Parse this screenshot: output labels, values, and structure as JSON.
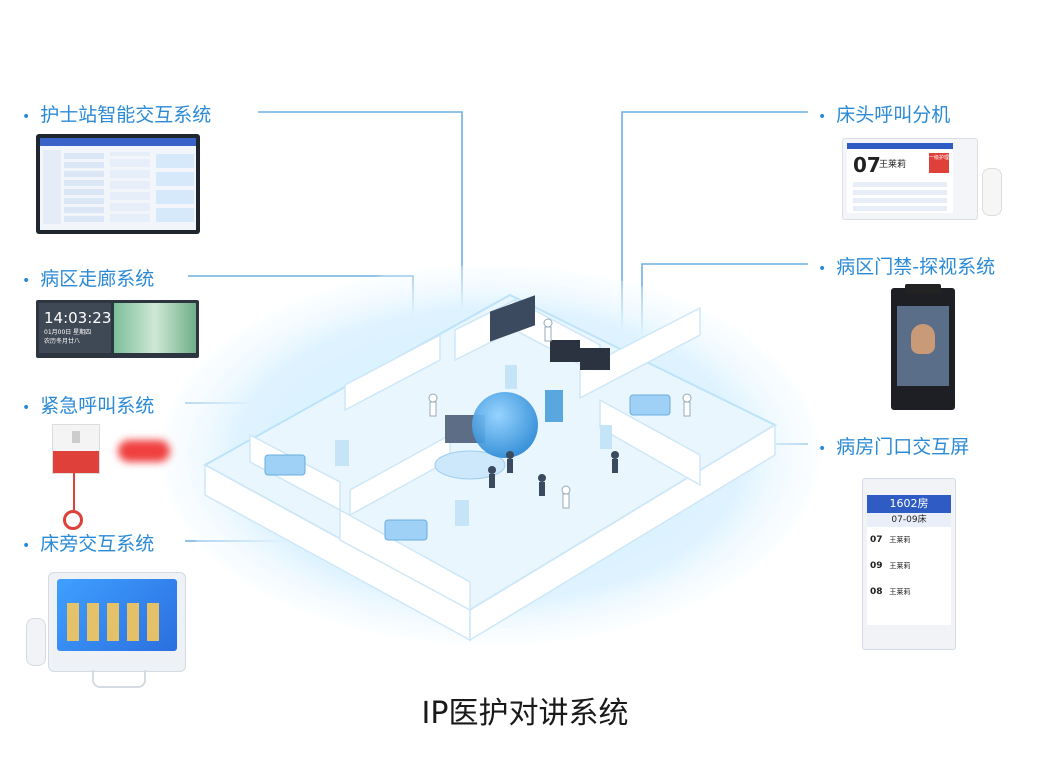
{
  "labels": {
    "nurse_station": "护士站智能交互系统",
    "corridor": "病区走廊系统",
    "emergency": "紧急呼叫系统",
    "bedside": "床旁交互系统",
    "bedhead": "床头呼叫分机",
    "access": "病区门禁-探视系统",
    "ward_door": "病房门口交互屏"
  },
  "title": "IP医护对讲系统",
  "corridor_screen": {
    "time": "14:03:23",
    "date": "01月00日 星期四",
    "sub": "农历冬月廿八"
  },
  "bedhead_screen": {
    "bed": "07",
    "name": "王莱莉",
    "tag": "一级护理"
  },
  "door_screen": {
    "room": "1602房",
    "beds": "07-09床",
    "rows": [
      {
        "bed": "07",
        "name": "王莱莉"
      },
      {
        "bed": "09",
        "name": "王莱莉"
      },
      {
        "bed": "08",
        "name": "王莱莉"
      }
    ]
  },
  "colors": {
    "accent": "#2b8ad6",
    "line": "#5aa7e0",
    "floor_glow": "#b9e2fb"
  }
}
